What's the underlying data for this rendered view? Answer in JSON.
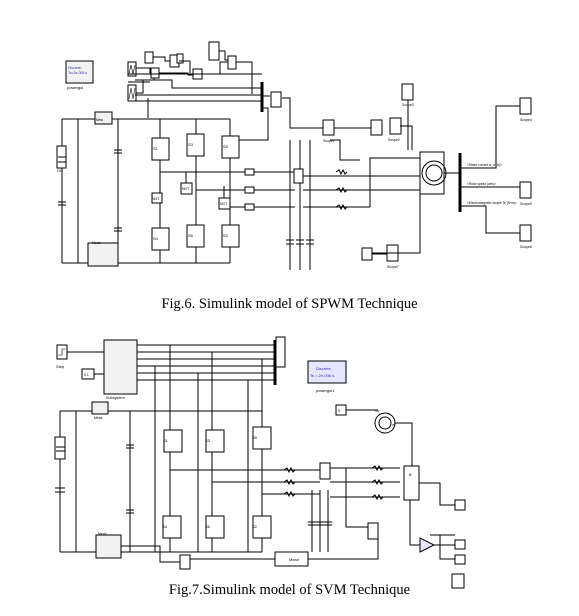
{
  "fig6": {
    "caption": "Fig.6. Simulink model of SPWM Technique",
    "discrete": "Discrete, Ts = 2e-006 s.",
    "powergui": "powergui",
    "dc_source_label": "DC",
    "mosfet_labels": [
      "S1",
      "S3",
      "S5",
      "S4",
      "S6",
      "S2"
    ],
    "not_labels": [
      "NOT",
      "NOT",
      "NOT"
    ],
    "scope_labels": [
      "Scope1",
      "Scope2",
      "Scope3",
      "Scope4",
      "Scope5",
      "Scope6",
      "Scope7"
    ],
    "bus_labels": [
      "<Stator current is_a (A)>",
      "<Rotor speed (wm)>",
      "<Electromagnetic torque Te (N*m)>"
    ]
  },
  "fig7": {
    "caption": "Fig.7.Simulink model of SVM Technique",
    "discrete_line1": "Discrete,",
    "discrete_line2": "Ts = 2e-006 s.",
    "powergui": "powergui1",
    "step_label": "Step",
    "subsystem_label": "Subsystem",
    "mosfet_labels": [
      "S1",
      "S3",
      "S5",
      "S4",
      "S6",
      "S2"
    ],
    "mean_label": "Mean",
    "m_labels": [
      "m",
      "Tm"
    ]
  },
  "colors": {
    "ink": "#000000",
    "paper": "#ffffff",
    "box_fill": "#f2f2f2",
    "discrete_text": "#3333aa",
    "gain_fill": "#e6e6ff"
  }
}
